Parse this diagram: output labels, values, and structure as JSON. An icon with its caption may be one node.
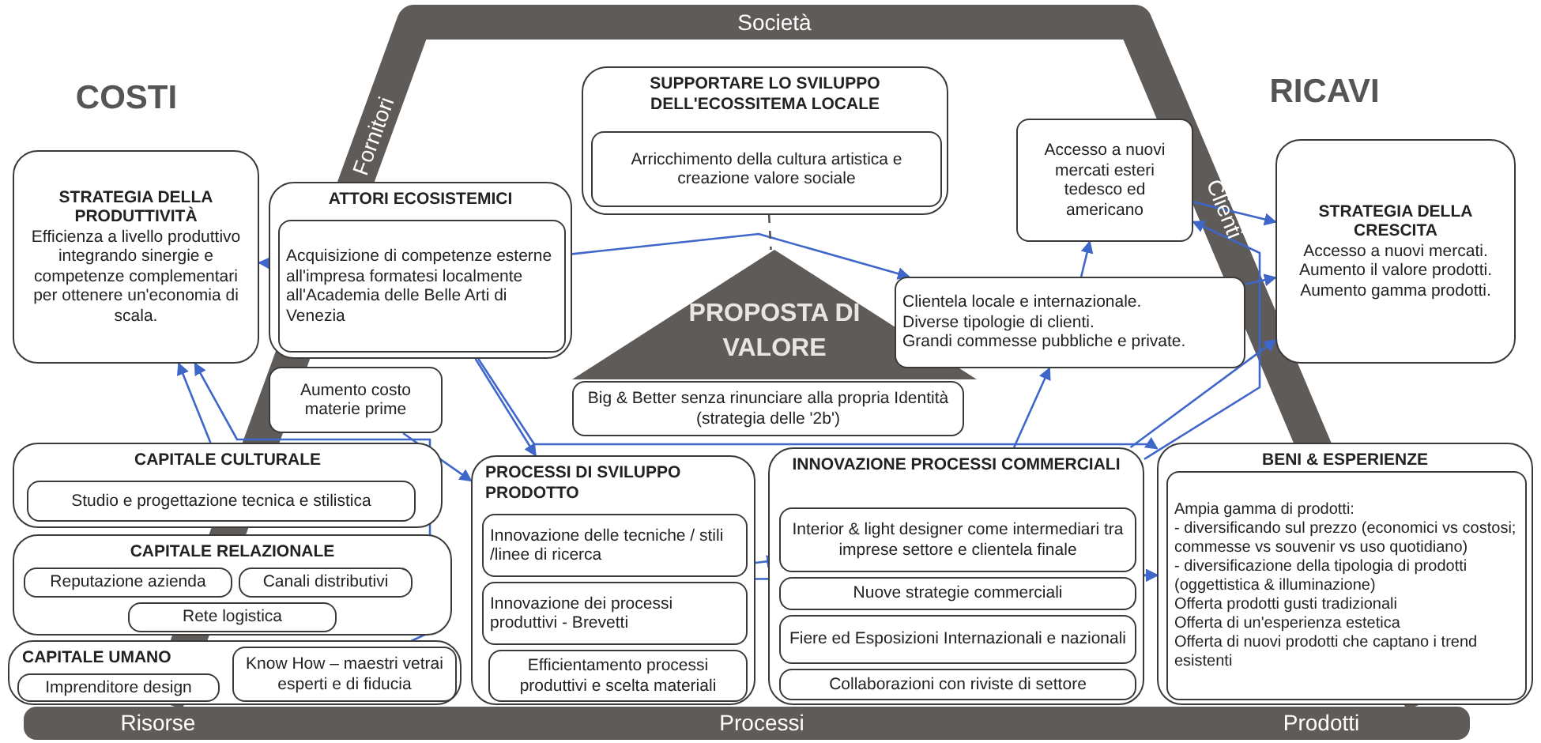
{
  "diagram": {
    "nodes": [
      {
        "text": [
          "STRATEGIA DELLA PRODUTTIVITÀ",
          "Efficienza a livello produttivo integrando sinergie e competenze complementari per ottenere un'economia di scala."
        ]
      },
      {
        "text": [
          "ATTORI ECOSISTEMICI"
        ]
      },
      {
        "text": [
          "Acquisizione di competenze esterne all'impresa formatesi localmente all'Academia delle Belle Arti di Venezia"
        ],
        "in": 1
      },
      {
        "text": [
          "SUPPORTARE LO SVILUPPO DELL'ECOSSITEMA LOCALE"
        ]
      },
      {
        "text": [
          "Arricchimento della cultura artistica e creazione valore sociale"
        ],
        "in": 3
      },
      {
        "text": [
          "Accesso a nuovi mercati esteri tedesco ed americano"
        ]
      },
      {
        "text": [
          "STRATEGIA DELLA CRESCITA",
          "Accesso a nuovi mercati.",
          "Aumento il valore prodotti.",
          "Aumento gamma prodotti."
        ]
      },
      {
        "text": [
          "PROPOSTA DI VALORE"
        ]
      },
      {
        "text": [
          "Clientela locale e internazionale.",
          "Diverse tipologie di clienti.",
          "Grandi commesse pubbliche e private."
        ]
      },
      {
        "text": [
          "Aumento costo materie prime"
        ]
      },
      {
        "text": [
          "Big & Better senza rinunciare alla propria Identità (strategia delle '2b')"
        ]
      },
      {
        "text": [
          "CAPITALE CULTURALE"
        ]
      },
      {
        "text": [
          "Studio e progettazione tecnica e stilistica"
        ],
        "in": 11
      },
      {
        "text": [
          "CAPITALE RELAZIONALE"
        ]
      },
      {
        "text": [
          "Reputazione azienda"
        ],
        "in": 13
      },
      {
        "text": [
          "Canali distributivi"
        ],
        "in": 13
      },
      {
        "text": [
          "Rete logistica"
        ],
        "in": 13
      },
      {
        "text": [
          "CAPITALE UMANO"
        ]
      },
      {
        "text": [
          "Imprenditore design"
        ],
        "in": 17
      },
      {
        "text": [
          "Know How – maestri vetrai esperti e di fiducia"
        ],
        "in": 17
      },
      {
        "text": [
          "PROCESSI DI SVILUPPO PRODOTTO"
        ]
      },
      {
        "text": [
          "Innovazione delle tecniche / stili /linee di ricerca"
        ],
        "in": 20
      },
      {
        "text": [
          "Innovazione dei processi produttivi - Brevetti"
        ],
        "in": 20
      },
      {
        "text": [
          "Efficientamento processi produttivi e scelta materiali"
        ],
        "in": 20
      },
      {
        "text": [
          "INNOVAZIONE PROCESSI COMMERCIALI"
        ]
      },
      {
        "text": [
          "Interior & light designer come intermediari tra imprese settore e clientela finale"
        ],
        "in": 24
      },
      {
        "text": [
          "Nuove strategie commerciali"
        ],
        "in": 24
      },
      {
        "text": [
          "Fiere ed Esposizioni Internazionali e nazionali"
        ],
        "in": 24
      },
      {
        "text": [
          "Collaborazioni con riviste di settore"
        ],
        "in": 24
      },
      {
        "text": [
          "BENI & ESPERIENZE"
        ]
      },
      {
        "text": [
          "Ampia gamma di prodotti:",
          "- diversificando sul prezzo (economici vs costosi; commesse vs souvenir vs uso quotidiano)",
          "- diversificazione della tipologia di prodotti (oggettistica & illuminazione)",
          "Offerta prodotti gusti tradizionali",
          "Offerta di un'esperienza estetica",
          "Offerta di nuovi prodotti che captano i trend esistenti"
        ],
        "in": 29
      }
    ],
    "edges": [
      {
        "from": 1,
        "to": 0,
        "arrow": "to"
      },
      {
        "from": 1,
        "to": 8,
        "arrow": "to"
      },
      {
        "from": 1,
        "to": 20,
        "arrow": "to"
      },
      {
        "from": 1,
        "to": 29,
        "arrow": "to"
      },
      {
        "from": 11,
        "to": 0,
        "arrow": "to"
      },
      {
        "from": 19,
        "to": 0,
        "arrow": "to"
      },
      {
        "from": 9,
        "to": 20,
        "arrow": "to"
      },
      {
        "from": 20,
        "to": 25,
        "arrow": "to"
      },
      {
        "from": 20,
        "to": 29,
        "arrow": "to"
      },
      {
        "from": 24,
        "to": 8,
        "arrow": "to"
      },
      {
        "from": 24,
        "to": 5,
        "arrow": "to"
      },
      {
        "from": 24,
        "to": 6,
        "arrow": "to"
      },
      {
        "from": 24,
        "to": 29,
        "arrow": "to"
      },
      {
        "from": 8,
        "to": 5,
        "arrow": "to"
      },
      {
        "from": 5,
        "to": 6,
        "arrow": "to"
      },
      {
        "from": 8,
        "to": 6,
        "arrow": "to"
      },
      {
        "from": 3,
        "to": 7,
        "arrow": "none",
        "style": "dashed",
        "color": "#555555"
      }
    ],
    "labels": [
      "COSTI",
      "RICAVI",
      "Società",
      "Fornitori",
      "Clienti",
      "Risorse",
      "Processi",
      "Prodotti"
    ]
  }
}
